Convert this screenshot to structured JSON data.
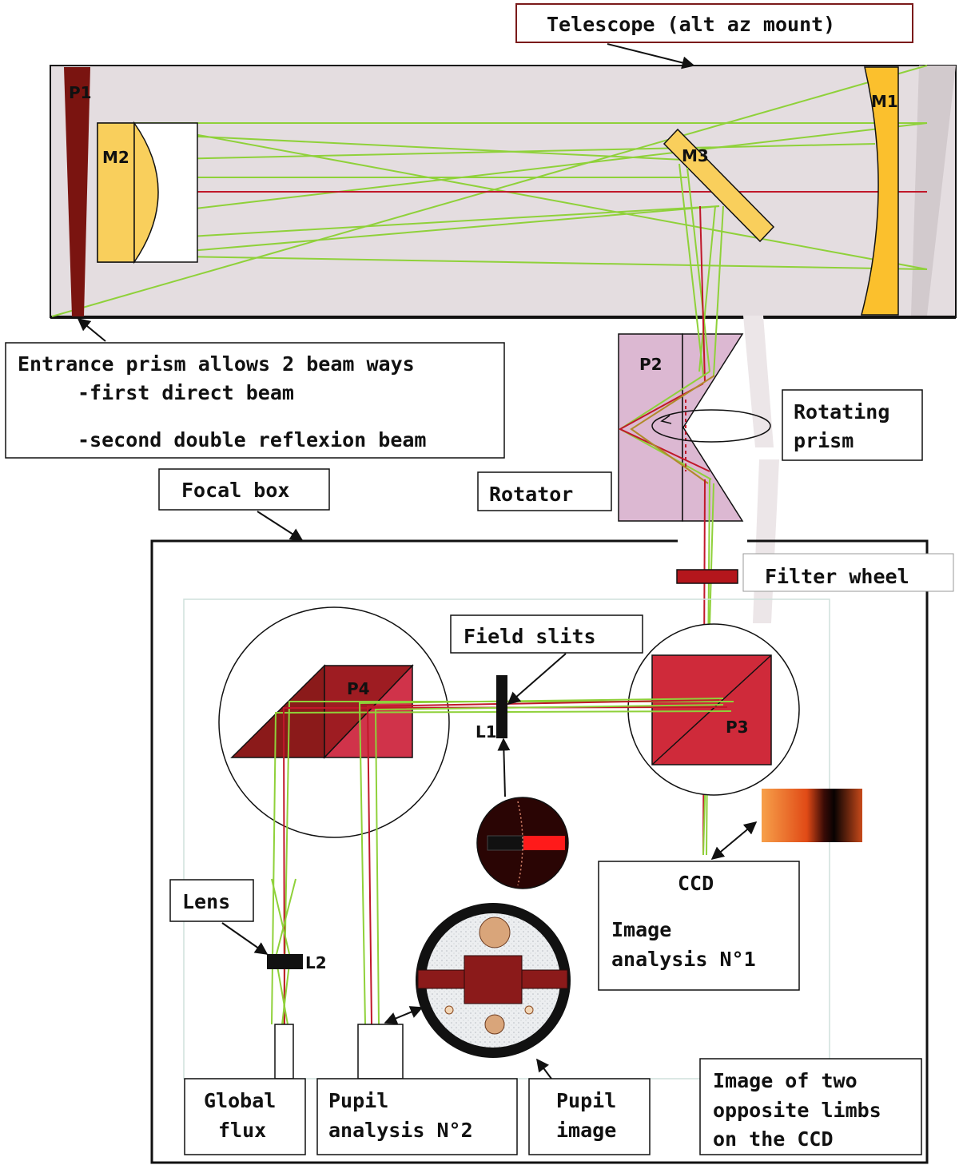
{
  "labels": {
    "telescope": "Telescope (alt az mount)",
    "entrance_line1": "Entrance prism allows 2 beam ways",
    "entrance_line2": "-first direct beam",
    "entrance_line3": "-second double reflexion beam",
    "rotating_prism_1": "Rotating",
    "rotating_prism_2": "prism",
    "rotator": "Rotator",
    "focal_box": "Focal box",
    "filter_wheel": "Filter wheel",
    "field_slits": "Field slits",
    "ccd_title": "CCD",
    "ccd_line1": "Image",
    "ccd_line2": "analysis N°1",
    "lens": "Lens",
    "global_flux_1": "Global",
    "global_flux_2": "flux",
    "pupil_analysis_1": "Pupil",
    "pupil_analysis_2": "analysis N°2",
    "pupil_image_1": "Pupil",
    "pupil_image_2": "image",
    "limbs_1": "Image of two",
    "limbs_2": "opposite limbs",
    "limbs_3": "on the CCD"
  },
  "components": {
    "p1": "P1",
    "m1": "M1",
    "m2": "M2",
    "m3": "M3",
    "p2": "P2",
    "p3": "P3",
    "p4": "P4",
    "l1": "L1",
    "l2": "L2"
  },
  "colors": {
    "beam_green": "#8fd13a",
    "beam_red": "#c0182a",
    "mirror_gold": "#fbc02d",
    "mirror_light": "#f9cf5c",
    "prism_dark_red": "#8b1a1a",
    "prism_red": "#cf2a3a",
    "rotator_pink": "#dcb8d2",
    "tube_gray": "#e4dde0"
  }
}
